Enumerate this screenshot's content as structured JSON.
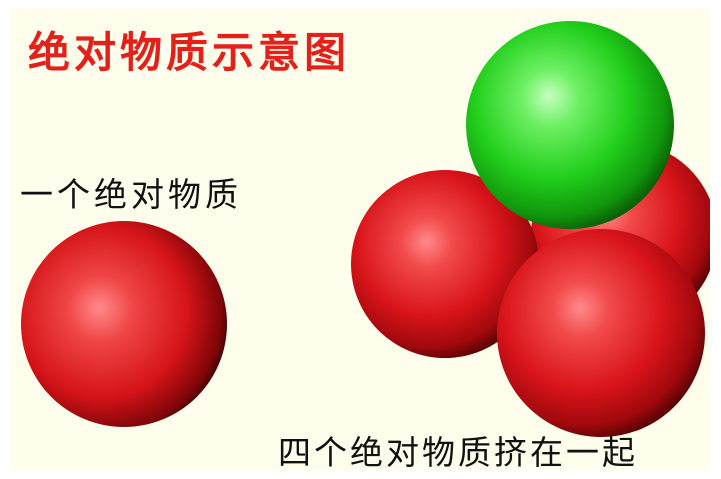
{
  "diagram": {
    "title": "绝对物质示意图",
    "single_label": "一个绝对物质",
    "group_label": "四个绝对物质挤在一起",
    "colors": {
      "background": "#fffdeb",
      "title": "#e32019",
      "label": "#111111",
      "red_sphere": "#e0161b",
      "green_sphere": "#22d11f"
    },
    "spheres": [
      {
        "group": "single",
        "color": "red"
      },
      {
        "group": "cluster",
        "color": "red"
      },
      {
        "group": "cluster",
        "color": "red"
      },
      {
        "group": "cluster",
        "color": "red"
      },
      {
        "group": "cluster",
        "color": "green"
      }
    ]
  }
}
